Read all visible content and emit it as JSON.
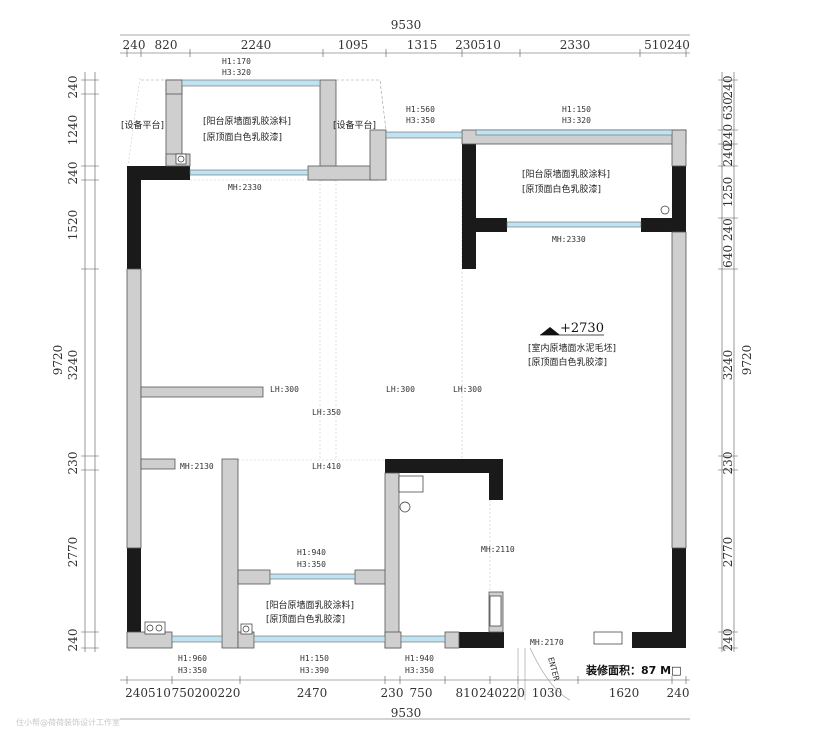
{
  "dimensions": {
    "top_total": "9530",
    "top_segments": [
      "240",
      "820",
      "2240",
      "1095",
      "1315",
      "230510",
      "2330",
      "510240"
    ],
    "bottom_total": "9530",
    "bottom_segments": [
      "240510",
      "750200220",
      "2470",
      "230",
      "750",
      "810",
      "240220",
      "1030",
      "1620",
      "240"
    ],
    "left_total": "9720",
    "left_segments": [
      "240",
      "1240",
      "240",
      "1520",
      "3240",
      "230",
      "2770",
      "240"
    ],
    "right_total": "9720",
    "right_segments": [
      "240",
      "240 630",
      "240",
      "1250",
      "640 240",
      "3240",
      "230",
      "2770",
      "240"
    ]
  },
  "rooms": {
    "balcony_top_left": {
      "wall": "[阳台原墙面乳胶涂料]",
      "ceiling": "[原顶面白色乳胶漆]"
    },
    "balcony_top_right": {
      "wall": "[阳台原墙面乳胶涂料]",
      "ceiling": "[原顶面白色乳胶漆]"
    },
    "interior": {
      "wall": "[室内原墙面水泥毛坯]",
      "ceiling": "[原顶面白色乳胶漆]",
      "elevation": "+2730"
    },
    "balcony_bottom": {
      "wall": "[阳台原墙面乳胶涂料]",
      "ceiling": "[原顶面白色乳胶漆]"
    },
    "equipment_left": "[设备平台]",
    "equipment_right": "[设备平台]"
  },
  "openings": {
    "win1_h1": "H1:170",
    "win1_h3": "H3:320",
    "win2_h1": "H1:560",
    "win2_h3": "H3:350",
    "win3_h1": "H1:150",
    "win3_h3": "H3:320",
    "win4_h1": "H1:940",
    "win4_h3": "H3:350",
    "win5_h1": "H1:960",
    "win5_h3": "H3:350",
    "win6_h1": "H1:150",
    "win6_h3": "H3:390",
    "win7_h1": "H1:940",
    "win7_h3": "H3:350",
    "mh1": "MH:2330",
    "mh2": "MH:2330",
    "mh3": "MH:2130",
    "mh4": "MH:2110",
    "mh5": "MH:2170",
    "lh1": "LH:300",
    "lh2": "LH:300",
    "lh3": "LH:300",
    "lh4": "LH:350",
    "lh5": "LH:410"
  },
  "summary": {
    "area": "装修面积：87 M□"
  },
  "entrance": {
    "label": "ENTER"
  },
  "watermark": {
    "text": "住小帮@荷荷装饰设计工作室"
  },
  "colors": {
    "wall_existing": "#1a1a1a",
    "wall_new": "#cfcfcf",
    "window": "#bfe3f2"
  }
}
